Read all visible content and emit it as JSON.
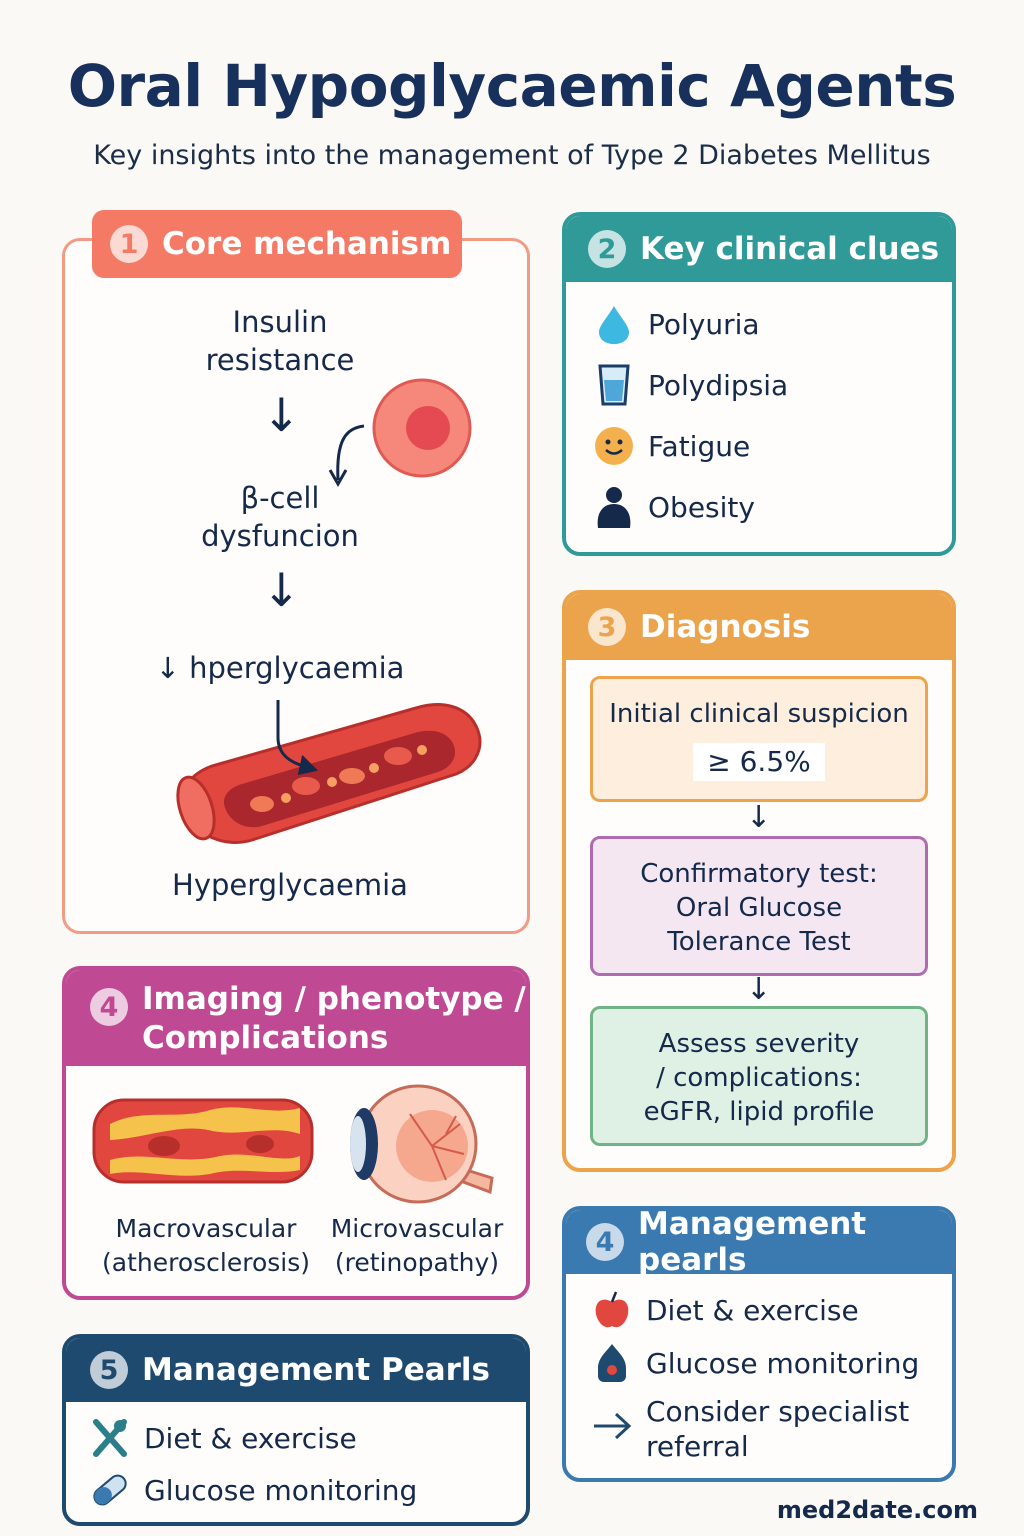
{
  "header": {
    "title": "Oral Hypoglycaemic Agents",
    "subtitle": "Key insights into the management of Type 2 Diabetes Mellitus"
  },
  "panel1": {
    "num": "1",
    "title": "Core mechanism",
    "step1": [
      "Insulin",
      "resistance"
    ],
    "step2": [
      "β-cell",
      "dysfuncion"
    ],
    "step3": "↓ hperglycaemia",
    "result": "Hyperglycaemia",
    "arrow": "↓",
    "colors": {
      "accent": "#f47a66",
      "border": "#f39a85"
    }
  },
  "panel2": {
    "num": "2",
    "title": "Key clinical clues",
    "items": [
      {
        "label": "Polyuria",
        "icon": "water-drop-icon"
      },
      {
        "label": "Polydipsia",
        "icon": "glass-icon"
      },
      {
        "label": "Fatigue",
        "icon": "smiley-face-icon"
      },
      {
        "label": "Obesity",
        "icon": "body-silhouette-icon"
      }
    ],
    "colors": {
      "accent": "#2f9a98"
    }
  },
  "panel3": {
    "num": "3",
    "title": "Diagnosis",
    "box1": {
      "text": "Initial clinical suspicion",
      "value": "≥ 6.5%"
    },
    "box2": [
      "Confirmatory test:",
      "Oral Glucose",
      "Tolerance Test"
    ],
    "box3": [
      "Assess severity",
      "/ complications:",
      "eGFR, lipid profile"
    ],
    "arrow": "↓",
    "colors": {
      "accent": "#eca44c"
    }
  },
  "panel4": {
    "num": "4",
    "title": [
      "Imaging / phenotype /",
      "Complications"
    ],
    "left_label": [
      "Macrovascular",
      "(atherosclerosis)"
    ],
    "right_label": [
      "Microvascular",
      "(retinopathy)"
    ],
    "colors": {
      "accent": "#bf4a93"
    }
  },
  "panel5": {
    "num": "5",
    "title": "Management Pearls",
    "items": [
      {
        "label": "Diet & exercise",
        "icon": "fork-knife-icon"
      },
      {
        "label": "Glucose monitoring",
        "icon": "pill-icon"
      }
    ],
    "colors": {
      "accent": "#1f4a6f"
    }
  },
  "panel6": {
    "num": "4",
    "title": "Management pearls",
    "items": [
      {
        "label": "Diet & exercise",
        "icon": "apple-icon"
      },
      {
        "label": "Glucose monitoring",
        "icon": "glucose-meter-icon"
      },
      {
        "label": [
          "Consider specialist",
          "referral"
        ],
        "icon": "arrow-right-icon"
      }
    ],
    "colors": {
      "accent": "#3b7ab0"
    }
  },
  "footer": "med2date.com"
}
